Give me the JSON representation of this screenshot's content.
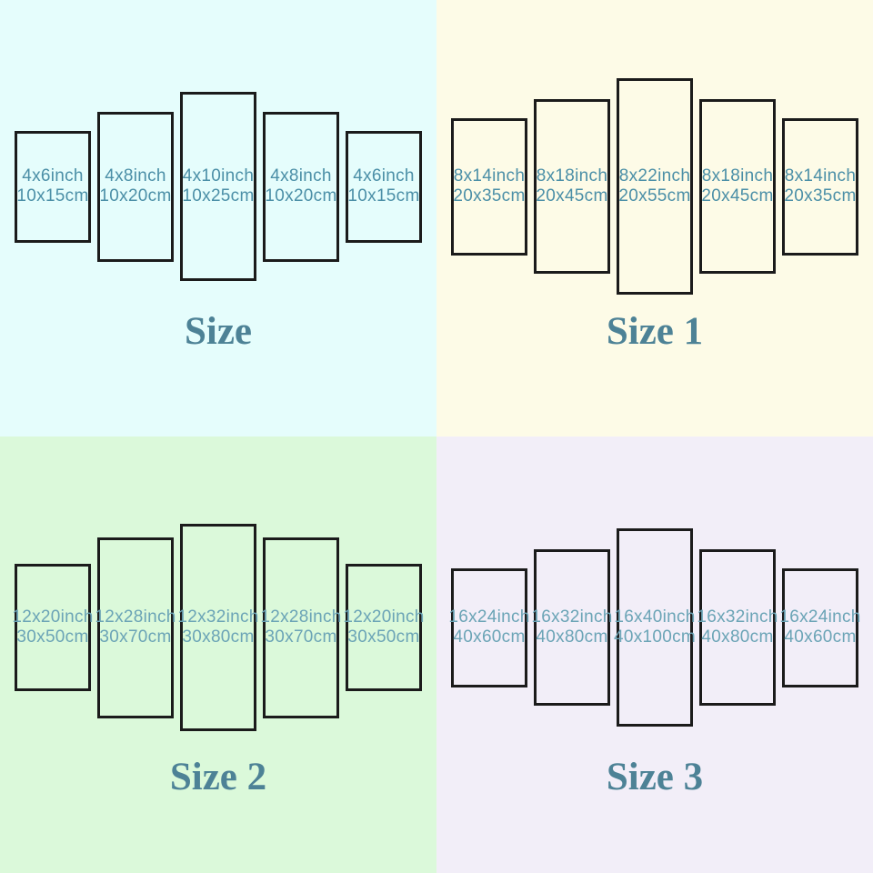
{
  "title_color": "#4d8296",
  "panel_border_color": "#1b1b1b",
  "quadrants": [
    {
      "title": "Size",
      "bg_color": "#e5fdfc",
      "label_color": "#4b8fa7",
      "panels": [
        {
          "inch": "4x6inch",
          "cm": "10x15cm"
        },
        {
          "inch": "4x8inch",
          "cm": "10x20cm"
        },
        {
          "inch": "4x10inch",
          "cm": "10x25cm"
        },
        {
          "inch": "4x8inch",
          "cm": "10x20cm"
        },
        {
          "inch": "4x6inch",
          "cm": "10x15cm"
        }
      ]
    },
    {
      "title": "Size 1",
      "bg_color": "#fdfbe7",
      "label_color": "#4b8fa7",
      "panels": [
        {
          "inch": "8x14inch",
          "cm": "20x35cm"
        },
        {
          "inch": "8x18inch",
          "cm": "20x45cm"
        },
        {
          "inch": "8x22inch",
          "cm": "20x55cm"
        },
        {
          "inch": "8x18inch",
          "cm": "20x45cm"
        },
        {
          "inch": "8x14inch",
          "cm": "20x35cm"
        }
      ]
    },
    {
      "title": "Size 2",
      "bg_color": "#dbf9da",
      "label_color": "#6ba4b6",
      "panels": [
        {
          "inch": "12x20inch",
          "cm": "30x50cm"
        },
        {
          "inch": "12x28inch",
          "cm": "30x70cm"
        },
        {
          "inch": "12x32inch",
          "cm": "30x80cm"
        },
        {
          "inch": "12x28inch",
          "cm": "30x70cm"
        },
        {
          "inch": "12x20inch",
          "cm": "30x50cm"
        }
      ]
    },
    {
      "title": "Size 3",
      "bg_color": "#f2eef8",
      "label_color": "#6ba4b6",
      "panels": [
        {
          "inch": "16x24inch",
          "cm": "40x60cm"
        },
        {
          "inch": "16x32inch",
          "cm": "40x80cm"
        },
        {
          "inch": "16x40inch",
          "cm": "40x100cm"
        },
        {
          "inch": "16x32inch",
          "cm": "40x80cm"
        },
        {
          "inch": "16x24inch",
          "cm": "40x60cm"
        }
      ]
    }
  ]
}
